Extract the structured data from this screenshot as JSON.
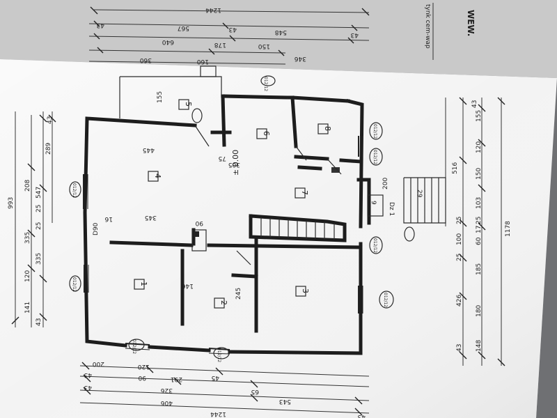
{
  "header": {
    "wew": "WEW.",
    "tynk": "tynk cem-wap"
  },
  "top_dims": {
    "overall": "1244",
    "row2": [
      "43",
      "567",
      "43",
      "548",
      "43"
    ],
    "row3": [
      "640",
      "178",
      "150"
    ],
    "row4": [
      "346",
      "360",
      "160"
    ]
  },
  "bottom_dims": {
    "overall": "1244",
    "row_a": [
      "543",
      "406",
      "43"
    ],
    "row_b": [
      "43",
      "326",
      "65"
    ],
    "row_c": [
      "43",
      "90",
      "291",
      "45"
    ],
    "row_d": [
      "200",
      "120"
    ]
  },
  "left_dims": {
    "overall": "993",
    "mid": [
      "547",
      "289"
    ],
    "row_b": [
      "43",
      "25",
      "208"
    ],
    "row_c": [
      "335",
      "120",
      "335",
      "25"
    ],
    "row_d": [
      "141",
      "43"
    ]
  },
  "right_dims": {
    "overall": "1178",
    "inner": [
      "516"
    ],
    "row_a": [
      "43",
      "155",
      "120",
      "150",
      "103",
      "25"
    ],
    "row_b": [
      "25",
      "60",
      "17",
      "100",
      "25"
    ],
    "row_c": [
      "426",
      "185",
      "180",
      "148",
      "43"
    ]
  },
  "rooms": [
    {
      "id": "1",
      "label": "1"
    },
    {
      "id": "2",
      "label": "2"
    },
    {
      "id": "3",
      "label": "3"
    },
    {
      "id": "4",
      "label": "4"
    },
    {
      "id": "5",
      "label": "5"
    },
    {
      "id": "6",
      "label": "6"
    },
    {
      "id": "7",
      "label": "7"
    },
    {
      "id": "8",
      "label": "8"
    },
    {
      "id": "9",
      "label": "9"
    }
  ],
  "windows": {
    "w1": "012/12",
    "w2": "012/12",
    "w3": "012/12",
    "w4": "012/12",
    "w5": "012/12",
    "w6": "012/12",
    "w7": "012/12",
    "w8": "012/12",
    "w9": "012/12"
  },
  "annotations": {
    "level": "± 0.00",
    "d90": "D90",
    "dz1": "Dz 1",
    "v445": "445",
    "v345": "345",
    "v305": "305",
    "v245": "245",
    "v146": "146",
    "v90": "90",
    "v75": "75",
    "v155": "155",
    "v200": "200",
    "v29": "29",
    "v16": "16"
  }
}
